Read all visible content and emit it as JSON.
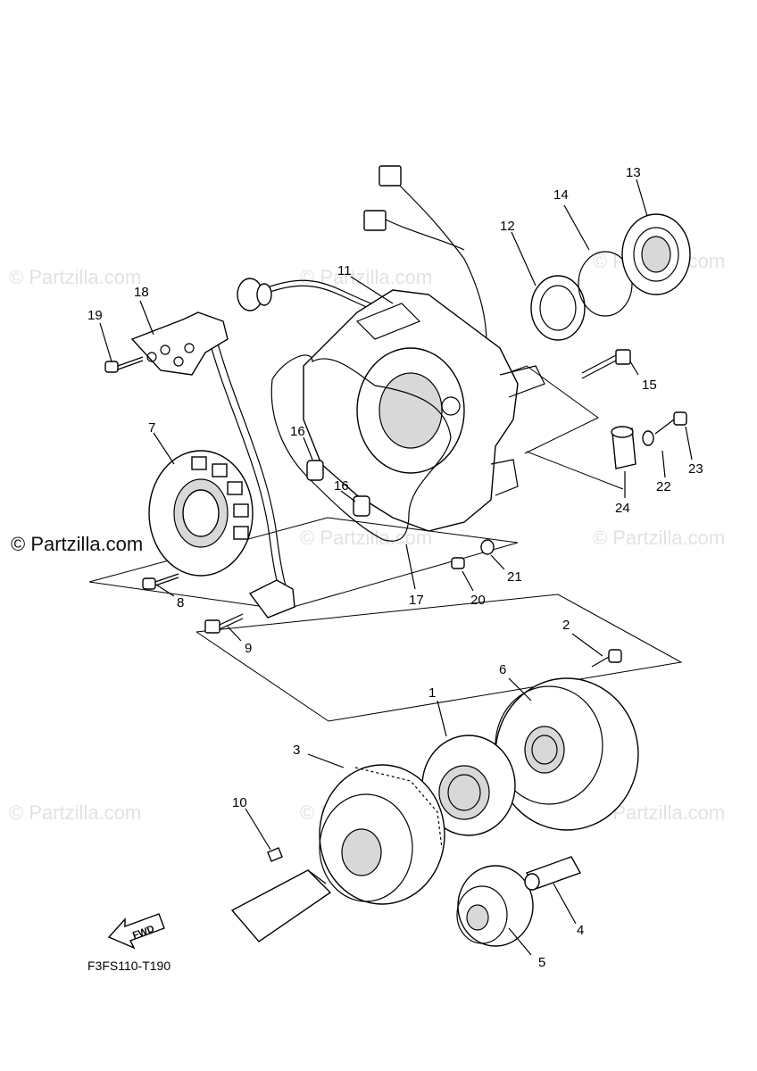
{
  "diagram_code": "F3FS110-T190",
  "fwd_label": "FWD",
  "watermark_text": "© Partzilla.com",
  "callouts": [
    "1",
    "2",
    "3",
    "4",
    "5",
    "6",
    "7",
    "8",
    "9",
    "10",
    "11",
    "12",
    "13",
    "14",
    "15",
    "16",
    "16",
    "17",
    "18",
    "19",
    "20",
    "21",
    "22",
    "23",
    "24"
  ]
}
